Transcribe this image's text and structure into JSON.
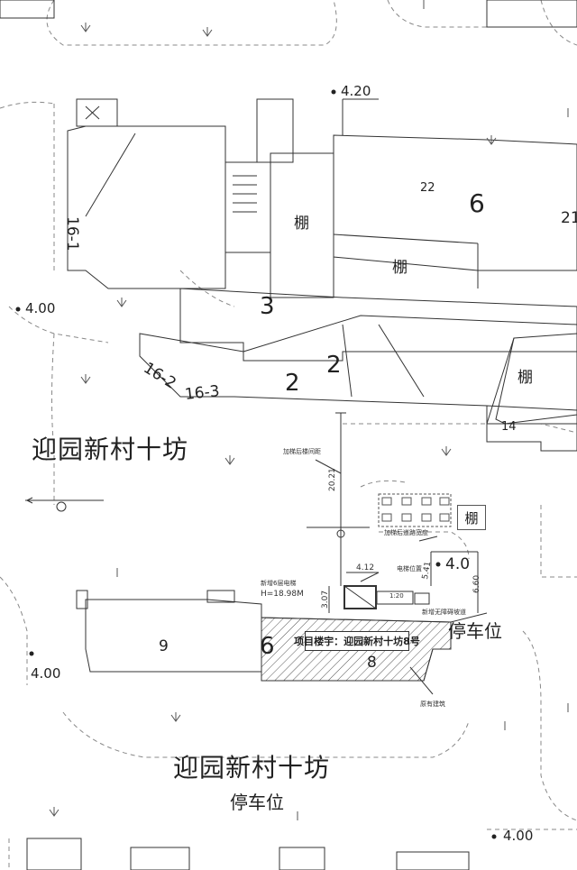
{
  "labels": {
    "area_name_1": "迎园新村十坊",
    "area_name_2": "迎园新村十坊",
    "parking_1": "停车位",
    "parking_2": "停车位",
    "shed_1": "棚",
    "shed_2": "棚",
    "shed_3": "棚",
    "shed_4": "棚",
    "project_label": "项目楼宇：迎园新村十坊8号",
    "dim_elevator_spacing": "加梯后楼间距",
    "dim_road_width": "加梯后道路宽度",
    "elevator_position": "电梯位置",
    "new_elevator": "新增6层电梯",
    "elevator_height": "H=18.98M",
    "accessible_ramp": "新增无障碍坡道",
    "existing_building": "原有建筑",
    "ramp_ratio": "1:20"
  },
  "buildings": {
    "b16_1": "16-1",
    "b16_2": "16-2",
    "b16_3": "16-3",
    "b3": "3",
    "b2a": "2",
    "b2b": "2",
    "b22": "22",
    "b6a": "6",
    "b21": "21",
    "b14": "14",
    "b9": "9",
    "b6b": "6",
    "b8": "8"
  },
  "dimensions": {
    "d20_21": "20.21",
    "d4_12": "4.12",
    "d5_41": "5.41",
    "d6_60": "6.60",
    "d3_07": "3.07"
  },
  "elevations": {
    "e420": "4.20",
    "e400a": "4.00",
    "e400b": "4.00",
    "e400c": "4.00",
    "e40": "4.0"
  },
  "colors": {
    "line": "#333333",
    "dashed": "#888888",
    "hatch": "#555555"
  }
}
